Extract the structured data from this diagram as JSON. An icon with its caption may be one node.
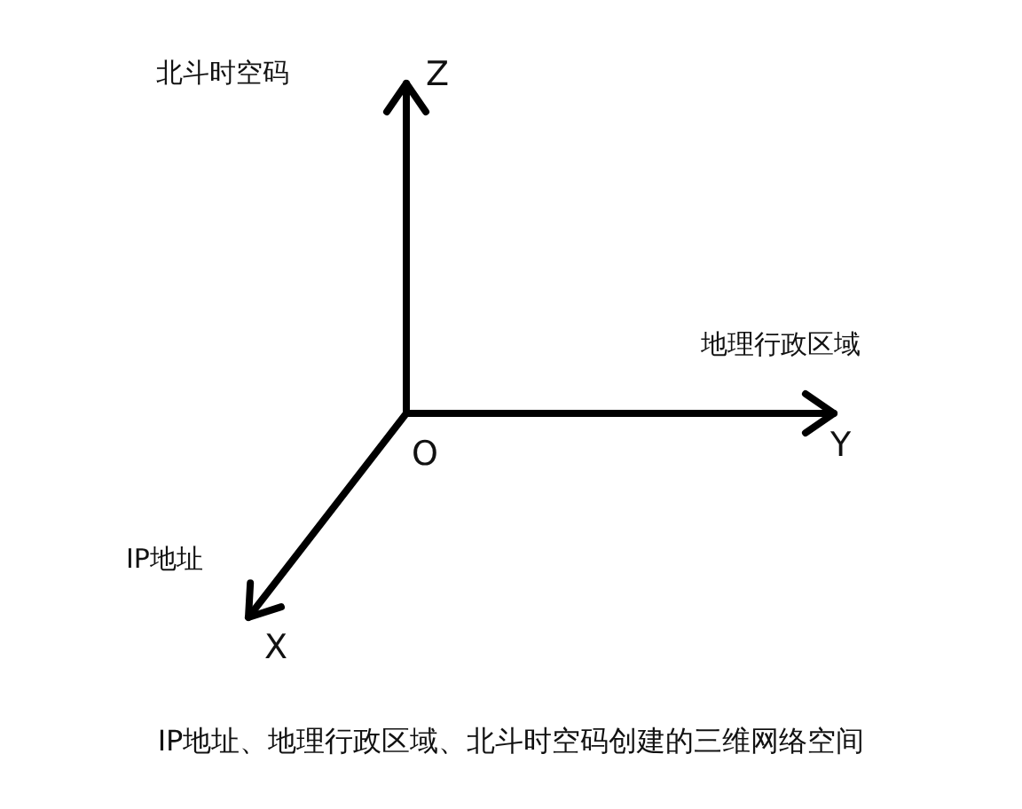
{
  "diagram": {
    "caption": "IP地址、地理行政区域、北斗时空码创建的三维网络空间",
    "labels": [
      "北斗时空码",
      "Z",
      "地理行政区域",
      "O",
      "Y",
      "IP地址",
      "X"
    ]
  }
}
